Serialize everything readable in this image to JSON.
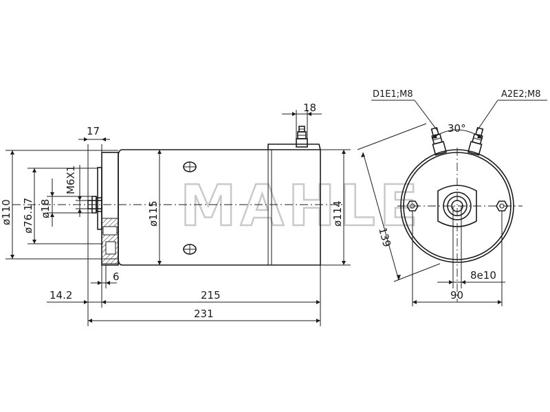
{
  "watermark": "MAHLE",
  "side_view": {
    "dimensions": {
      "width_17": "17",
      "width_18": "18",
      "dia_110": "ø110",
      "dia_76_17": "ø76.17",
      "dia_18": "ø18",
      "thread_m6x1": "M6X1",
      "dia_115": "ø115",
      "dia_114": "ø114",
      "len_6": "6",
      "len_14_2": "14.2",
      "len_215": "215",
      "len_231": "231"
    }
  },
  "end_view": {
    "terminal_left": "D1E1;M8",
    "terminal_right": "A2E2;M8",
    "angle": "30°",
    "dim_139": "139",
    "dim_8e10": "8e10",
    "dim_90": "90"
  }
}
